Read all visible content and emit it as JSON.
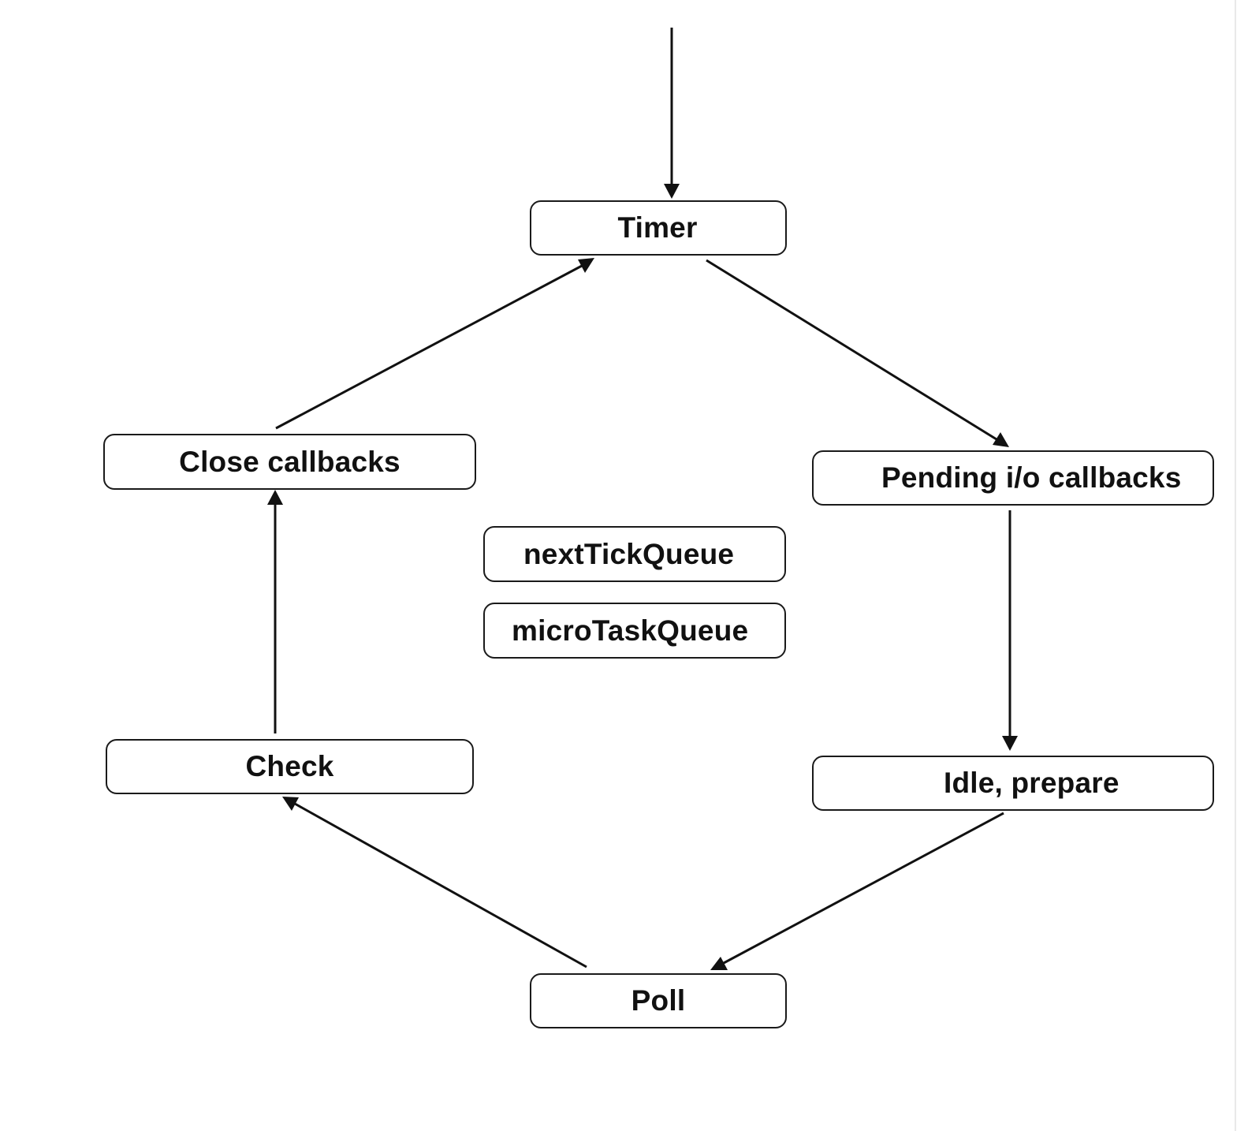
{
  "diagram": {
    "nodes": {
      "timer": "Timer",
      "pending_io_callbacks": "Pending i/o callbacks",
      "idle_prepare": "Idle, prepare",
      "poll": "Poll",
      "check": "Check",
      "close_callbacks": "Close callbacks",
      "next_tick_queue": "nextTickQueue",
      "micro_task_queue": "microTaskQueue"
    },
    "edges": [
      {
        "from": "entry",
        "to": "timer"
      },
      {
        "from": "timer",
        "to": "pending_io_callbacks"
      },
      {
        "from": "pending_io_callbacks",
        "to": "idle_prepare"
      },
      {
        "from": "idle_prepare",
        "to": "poll"
      },
      {
        "from": "poll",
        "to": "check"
      },
      {
        "from": "check",
        "to": "close_callbacks"
      },
      {
        "from": "close_callbacks",
        "to": "timer"
      }
    ]
  }
}
